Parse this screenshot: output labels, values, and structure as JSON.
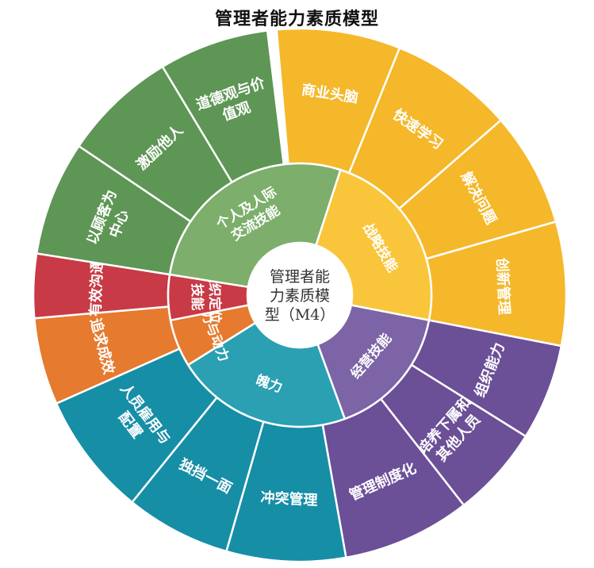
{
  "title": "管理者能力素质模型",
  "center": {
    "lines": [
      "管理者能",
      "力素质模",
      "型（M4）"
    ]
  },
  "colors": {
    "yellow_inner": "#F9C53B",
    "yellow_outer": "#F5B82A",
    "purple_inner": "#7C64A6",
    "purple_outer": "#6B4F97",
    "teal_inner": "#2AA0B2",
    "teal_outer": "#168EA6",
    "orange": "#E67A2E",
    "red": "#C83A45",
    "green_inner": "#7DAE6B",
    "green_outer": "#5E9655"
  },
  "groups": [
    {
      "label": [
        "战略技能"
      ],
      "color": "yellow_inner",
      "children": [
        {
          "label": [
            "商业头脑"
          ],
          "color": "yellow_outer"
        },
        {
          "label": [
            "快速学习"
          ],
          "color": "yellow_outer"
        },
        {
          "label": [
            "解决问题"
          ],
          "color": "yellow_outer"
        },
        {
          "label": [
            "创新管理"
          ],
          "color": "yellow_outer"
        }
      ]
    },
    {
      "label": [
        "经营技能"
      ],
      "color": "purple_inner",
      "children": [
        {
          "label": [
            "组织能力"
          ],
          "color": "purple_outer"
        },
        {
          "label": [
            "培养下属和",
            "其他人员"
          ],
          "color": "purple_outer"
        },
        {
          "label": [
            "管理制度化"
          ],
          "color": "purple_outer"
        }
      ]
    },
    {
      "label": [
        "魄力"
      ],
      "color": "teal_inner",
      "children": [
        {
          "label": [
            "冲突管理"
          ],
          "color": "teal_outer"
        },
        {
          "label": [
            "独挡一面"
          ],
          "color": "teal_outer"
        },
        {
          "label": [
            "人员雇用与",
            "配置"
          ],
          "color": "teal_outer"
        }
      ]
    },
    {
      "label": [
        "活力与动力"
      ],
      "color": "orange",
      "children": [
        {
          "label": [
            "追求成效"
          ],
          "color": "orange"
        }
      ]
    },
    {
      "label": [
        "组织定位",
        "技能"
      ],
      "color": "red",
      "children": [
        {
          "label": [
            "有效沟通"
          ],
          "color": "red"
        }
      ]
    },
    {
      "label": [
        "个人及人际",
        "交流技能"
      ],
      "color": "green_inner",
      "children": [
        {
          "label": [
            "以顾客为",
            "中心"
          ],
          "color": "green_outer"
        },
        {
          "label": [
            "激励他人"
          ],
          "color": "green_outer"
        },
        {
          "label": [
            "道德观与价",
            "值观"
          ],
          "color": "green_outer"
        }
      ]
    }
  ]
}
